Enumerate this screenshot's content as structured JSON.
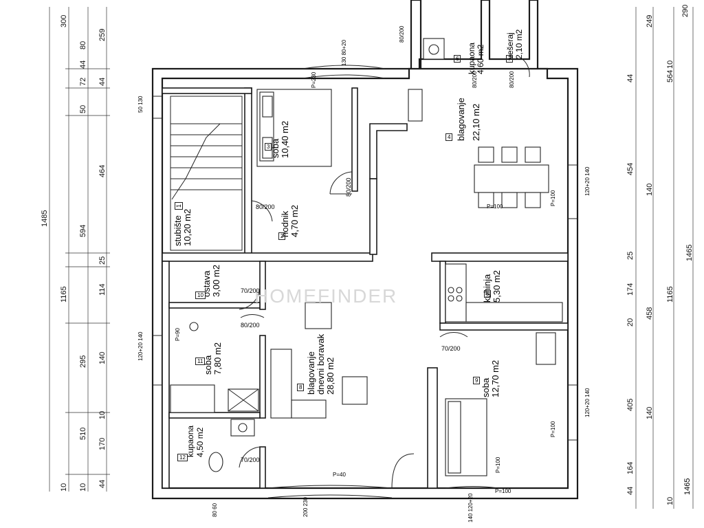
{
  "rooms": [
    {
      "num": "1",
      "name": "stubište",
      "area": "10,20 m2"
    },
    {
      "num": "2",
      "name": "hodnik",
      "area": "4,70 m2"
    },
    {
      "num": "3",
      "name": "soba",
      "area": "10,40 m2"
    },
    {
      "num": "4",
      "name": "blagovanje",
      "area": "22,10 m2"
    },
    {
      "num": "5",
      "name": "kuhinja",
      "area": "5,30 m2"
    },
    {
      "num": "6",
      "name": "kupaona",
      "area": "4,60 m2"
    },
    {
      "num": "7",
      "name": "vešeraj",
      "area": "2,10 m2"
    },
    {
      "num": "8",
      "name": "blagovanje dnevni boravak",
      "area": "28,80 m2"
    },
    {
      "num": "9",
      "name": "soba",
      "area": "12,70 m2"
    },
    {
      "num": "10",
      "name": "ostava",
      "area": "3,00 m2"
    },
    {
      "num": "11",
      "name": "soba",
      "area": "7,80 m2"
    },
    {
      "num": "12",
      "name": "kupaona",
      "area": "4,50 m2"
    }
  ],
  "labels": {
    "blagovanje_line1": "blagovanje",
    "dnevni_line2": "dnevni boravak"
  },
  "left_dims_outer": [
    "1485"
  ],
  "left_dims_mid": [
    "300",
    "259",
    "464",
    "594",
    "1165",
    "295",
    "510"
  ],
  "left_dims_inner": [
    "80",
    "72",
    "50",
    "25",
    "114",
    "140",
    "170",
    "44",
    "44",
    "44",
    "10",
    "10",
    "10"
  ],
  "right_dims_outer": [
    "1465",
    "1465"
  ],
  "right_dims_mid": [
    "249",
    "564",
    "454",
    "1165",
    "458",
    "405",
    "164",
    "290"
  ],
  "right_dims_inner": [
    "44",
    "140",
    "25",
    "174",
    "20",
    "140",
    "44",
    "10",
    "10"
  ],
  "doors": [
    "80/200",
    "80/200",
    "70/200",
    "80/200",
    "70/200",
    "70/200",
    "80/200",
    "80/200",
    "80/200"
  ],
  "windows": [
    "130 80+20",
    "120+20 140",
    "120+20 140",
    "120+20 140",
    "200 230",
    "80 60",
    "140 120+20",
    "50 130"
  ],
  "parapets": [
    "P=100",
    "P=100",
    "P=100",
    "P=100",
    "P=40",
    "P=230",
    "P=90",
    "P=100"
  ],
  "watermark": "HOMEFINDER"
}
